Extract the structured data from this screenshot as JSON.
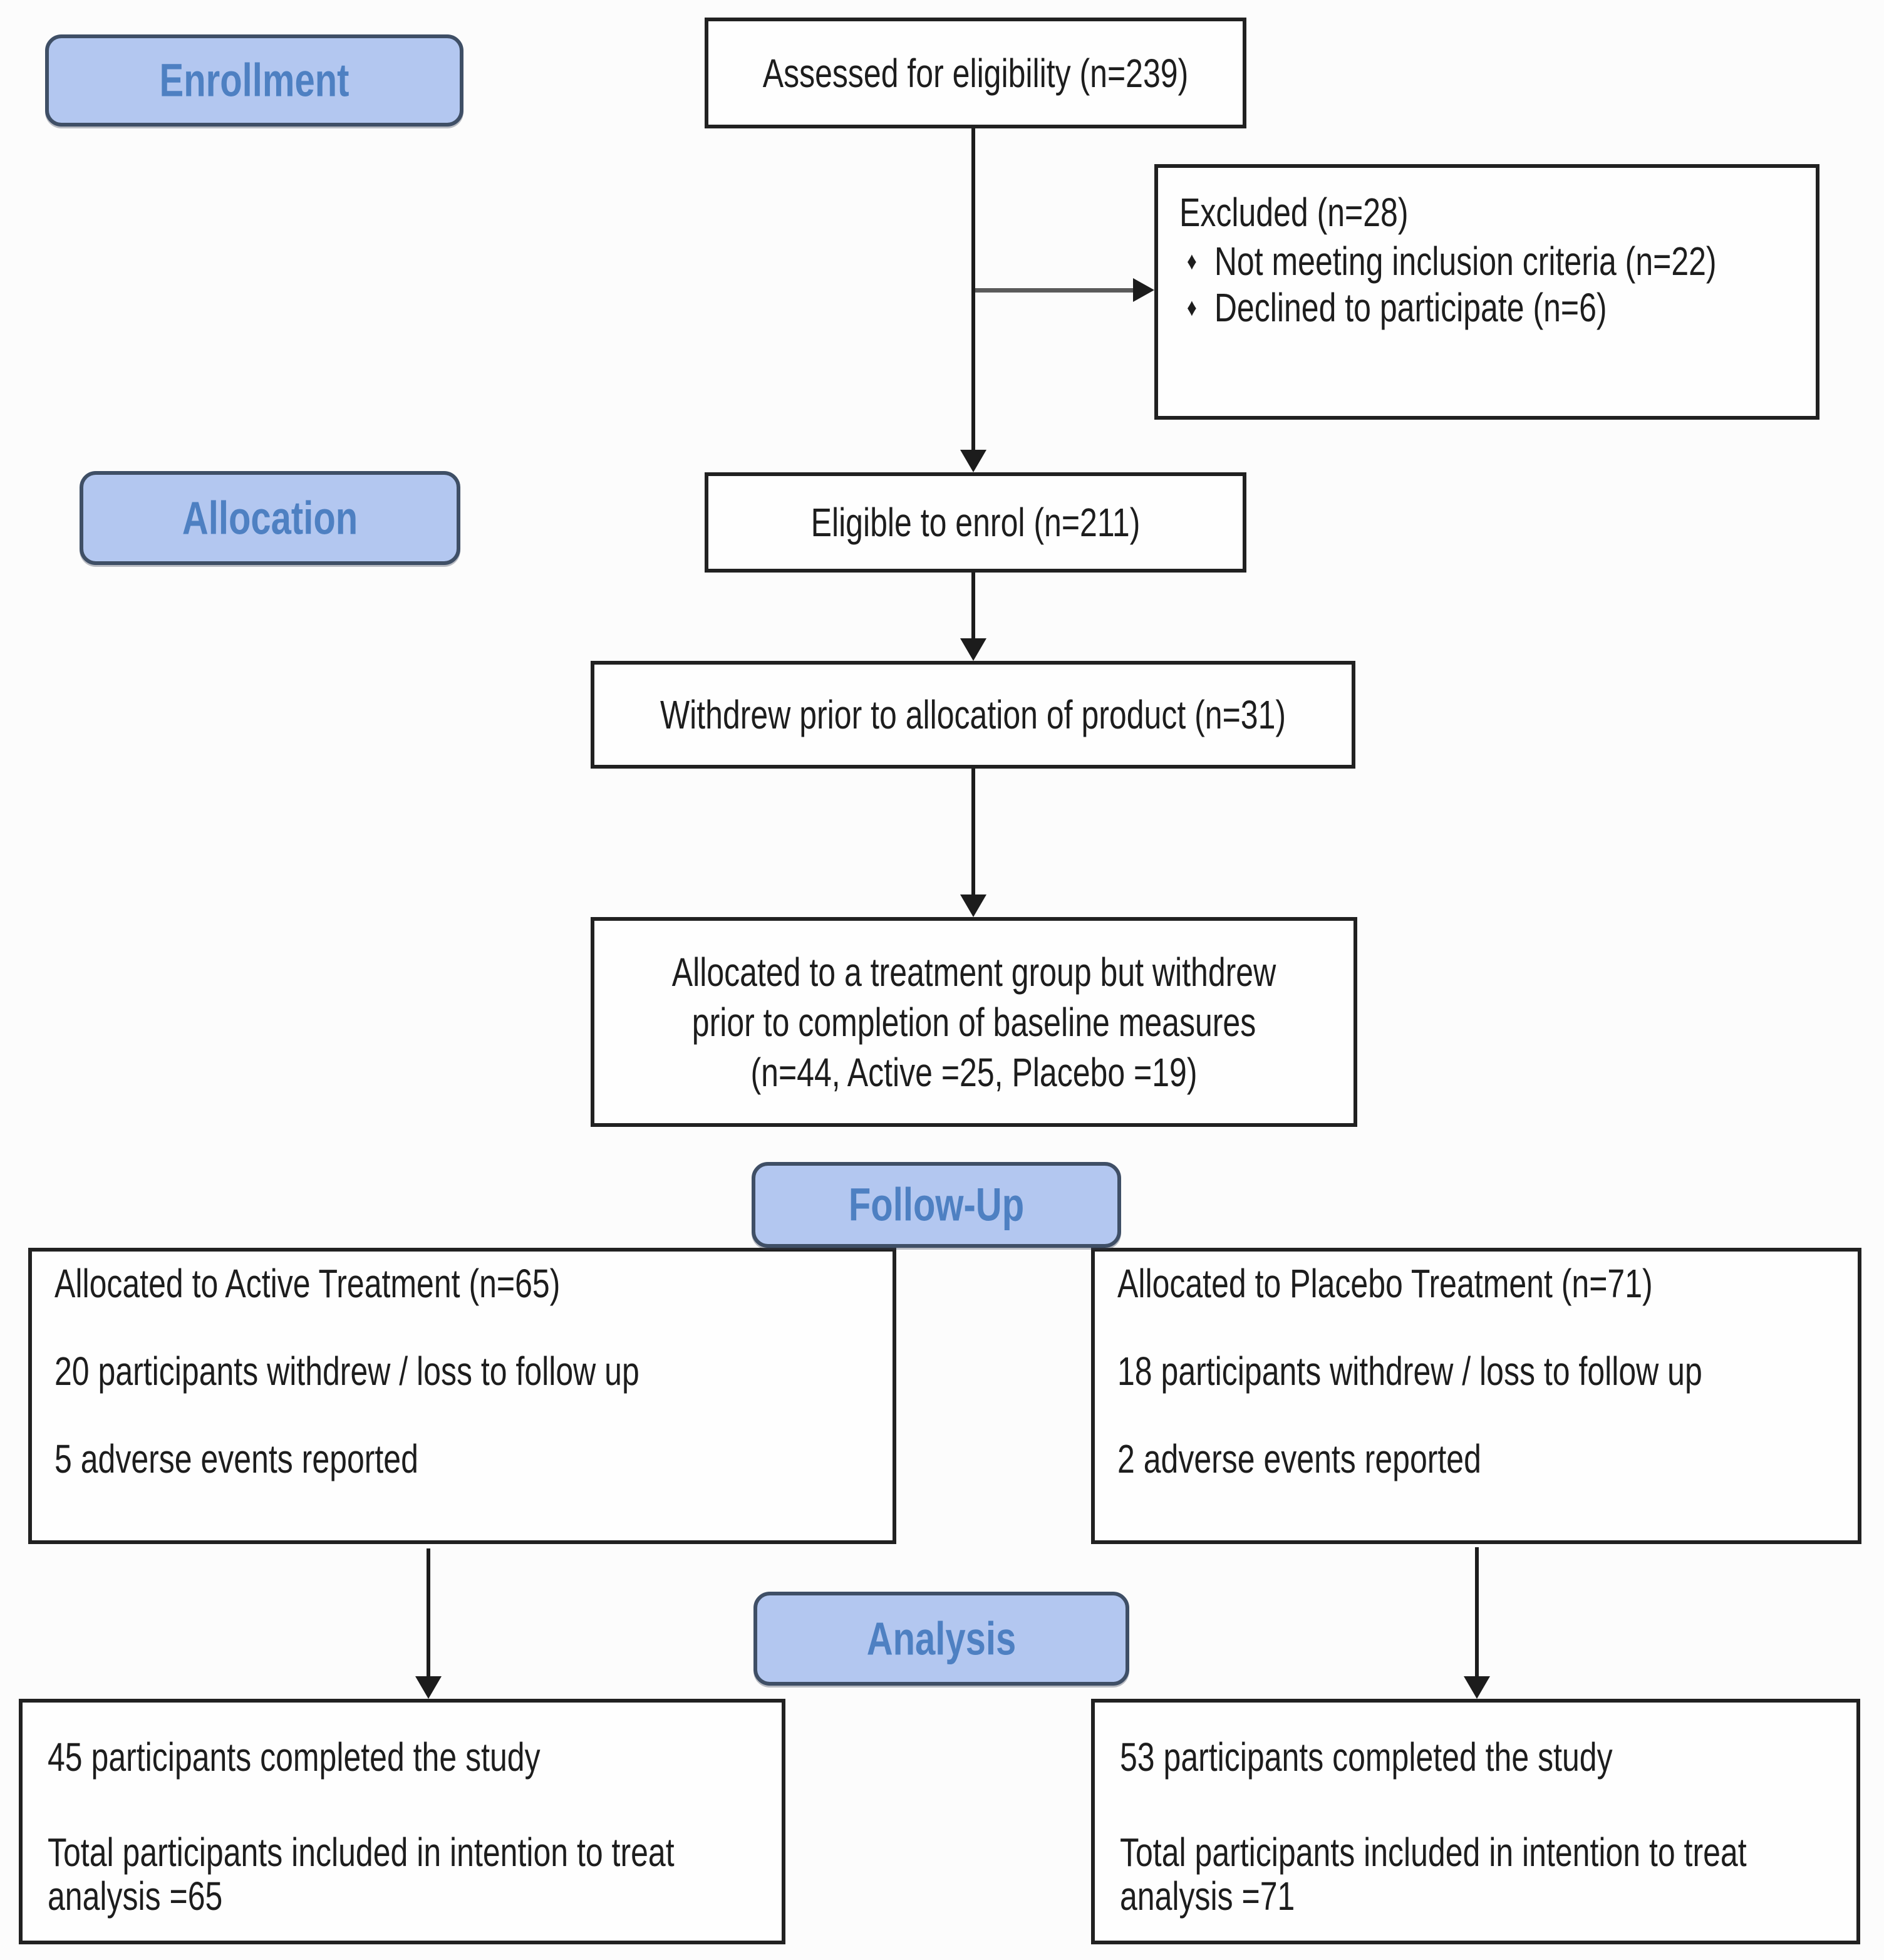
{
  "colors": {
    "badge_fill": "#b3c7f0",
    "badge_border": "#3f4f66",
    "badge_text": "#4e80c2",
    "box_border": "#212121",
    "text": "#1d1d1d",
    "arrow": "#1c1c1c",
    "branch_arrow": "#5b5b5b",
    "background": "#fcfcfc"
  },
  "stages": {
    "enrollment": "Enrollment",
    "allocation": "Allocation",
    "follow_up": "Follow-Up",
    "analysis": "Analysis"
  },
  "boxes": {
    "assessed": {
      "text": "Assessed for eligibility (n=239)"
    },
    "excluded": {
      "title": "Excluded (n=28)",
      "bullet_char": "♦",
      "items": [
        "Not meeting inclusion criteria (n=22)",
        "Declined to participate (n=6)"
      ]
    },
    "eligible": {
      "text": "Eligible to enrol (n=211)"
    },
    "withdrew_prior": {
      "text": "Withdrew prior to allocation of product (n=31)"
    },
    "allocated_withdrew": {
      "lines": [
        "Allocated to a treatment group but withdrew",
        "prior to completion of baseline measures",
        "(n=44, Active =25, Placebo =19)"
      ]
    },
    "active_followup": {
      "lines": [
        "Allocated to Active Treatment (n=65)",
        "20 participants withdrew / loss to follow up",
        "5 adverse events reported"
      ]
    },
    "placebo_followup": {
      "lines": [
        "Allocated to Placebo Treatment (n=71)",
        "18 participants withdrew / loss to follow up",
        "2 adverse events reported"
      ]
    },
    "active_analysis": {
      "completed": "45 participants completed the study",
      "itt_line1": "Total participants included in intention to treat",
      "itt_line2": "analysis =65"
    },
    "placebo_analysis": {
      "completed": "53 participants completed the study",
      "itt_line1": "Total participants included in intention to treat",
      "itt_line2": "analysis =71"
    }
  }
}
